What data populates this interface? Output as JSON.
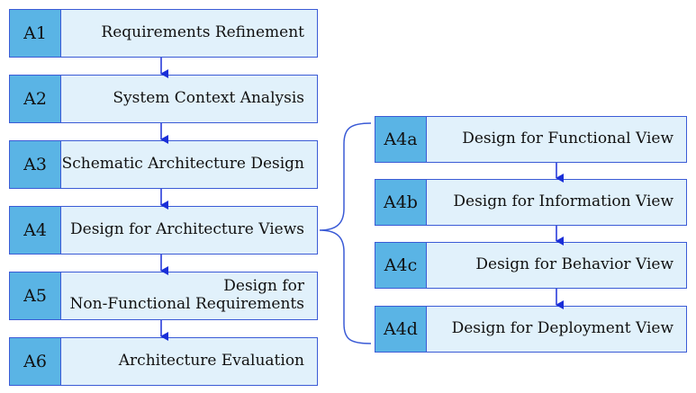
{
  "main_steps": [
    {
      "id": "A1",
      "label": "Requirements Refinement"
    },
    {
      "id": "A2",
      "label": "System Context Analysis"
    },
    {
      "id": "A3",
      "label": "Schematic Architecture Design"
    },
    {
      "id": "A4",
      "label": "Design for Architecture Views"
    },
    {
      "id": "A5",
      "label_line1": "Design for",
      "label_line2": "Non-Functional Requirements"
    },
    {
      "id": "A6",
      "label": "Architecture Evaluation"
    }
  ],
  "sub_steps": [
    {
      "id": "A4a",
      "label": "Design for Functional View"
    },
    {
      "id": "A4b",
      "label": "Design for Information View"
    },
    {
      "id": "A4c",
      "label": "Design for Behavior View"
    },
    {
      "id": "A4d",
      "label": "Design for Deployment View"
    }
  ],
  "colors": {
    "border": "#3b5bd6",
    "id_fill": "#5ab4e5",
    "label_fill": "#e1f1fb",
    "arrow": "#1a2fd8"
  }
}
